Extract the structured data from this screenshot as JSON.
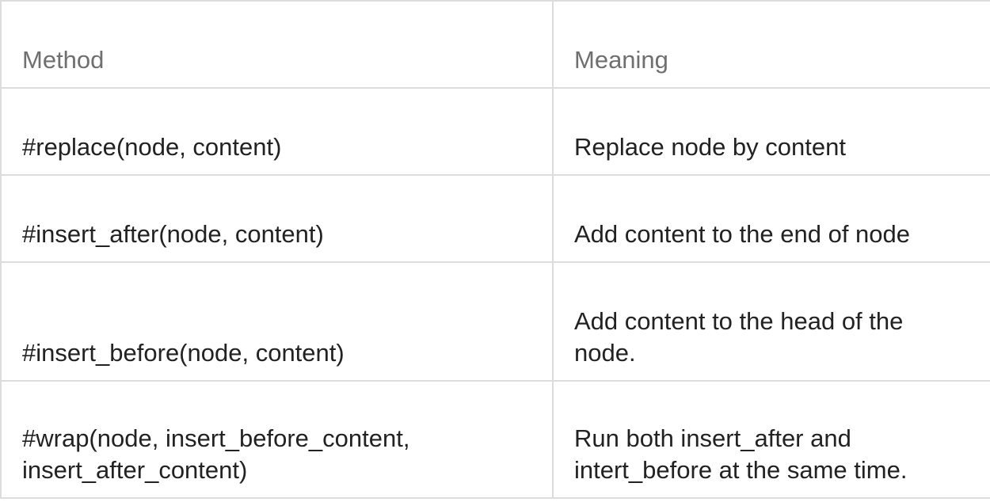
{
  "table": {
    "headers": [
      "Method",
      "Meaning"
    ],
    "rows": [
      {
        "method": "#replace(node, content)",
        "meaning": "Replace node by content"
      },
      {
        "method": "#insert_after(node, content)",
        "meaning": "Add content to the end of node"
      },
      {
        "method": "#insert_before(node, content)",
        "meaning": "Add content to the head of the node."
      },
      {
        "method": "#wrap(node, insert_before_content, insert_after_content)",
        "meaning": "Run both insert_after and intert_before at the same time."
      }
    ]
  },
  "colors": {
    "border": "#dcdcdc",
    "header_text": "#6f6f6f",
    "body_text": "#222222",
    "background": "#ffffff"
  }
}
